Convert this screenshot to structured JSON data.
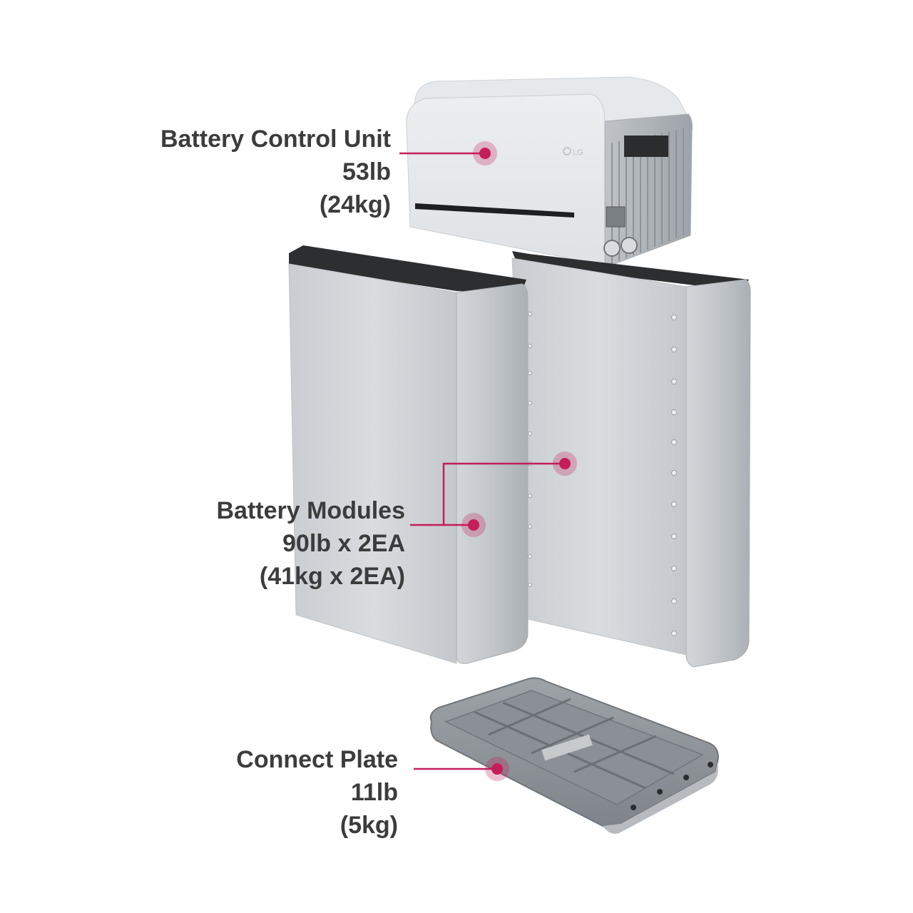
{
  "brand": "LG",
  "accent_color": "#c41e5a",
  "components": {
    "control_unit": {
      "name": "Battery Control Unit",
      "weight_lb": "53lb",
      "weight_kg": "(24kg)"
    },
    "modules": {
      "name": "Battery Modules",
      "weight_lb": "90lb x 2EA",
      "weight_kg": "(41kg x 2EA)"
    },
    "plate": {
      "name": "Connect Plate",
      "weight_lb": "11lb",
      "weight_kg": "(5kg)"
    }
  }
}
